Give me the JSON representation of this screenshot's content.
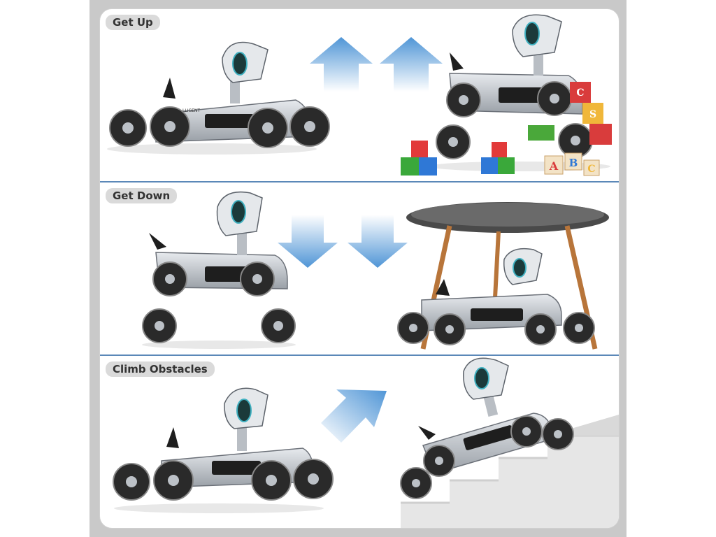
{
  "sections": [
    {
      "label": "Get Up"
    },
    {
      "label": "Get Down"
    },
    {
      "label": "Climb Obstacles"
    }
  ],
  "toy_text": "LLIGENT",
  "block_letters": [
    "A",
    "B",
    "C",
    "C",
    "S"
  ],
  "colors": {
    "arrow": "#4f95d6",
    "divider": "#5b88b8",
    "body": "#c8ccd0",
    "wheel": "#2a2a2a",
    "table_top": "#4a4a4a",
    "table_leg": "#b8753a"
  }
}
